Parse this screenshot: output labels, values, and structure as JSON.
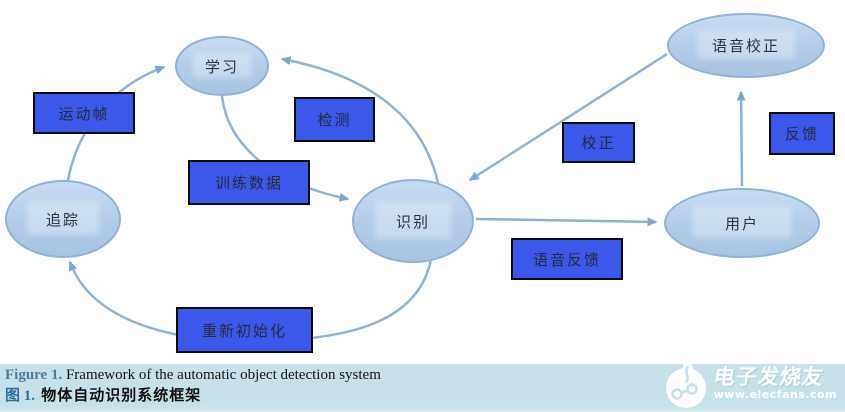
{
  "diagram": {
    "nodes": {
      "learning": {
        "label": "学习"
      },
      "tracking": {
        "label": "追踪"
      },
      "recognition": {
        "label": "识别"
      },
      "speech_correction": {
        "label": "语音校正"
      },
      "user": {
        "label": "用户"
      }
    },
    "boxes": {
      "motion_frame": {
        "label": "运动帧"
      },
      "detection": {
        "label": "检测"
      },
      "training_data": {
        "label": "训练数据"
      },
      "correction": {
        "label": "校正"
      },
      "feedback": {
        "label": "反馈"
      },
      "speech_feedback": {
        "label": "语音反馈"
      },
      "reinitialization": {
        "label": "重新初始化"
      }
    },
    "colors": {
      "node_fill_top": "#c8dcf1",
      "node_fill_bottom": "#a7c4e1",
      "node_border": "#8fb3d8",
      "box_fill": "#3c58ea",
      "box_border": "#0c0c0c",
      "arrow": "#8cb2d6",
      "caption_bg": "#c6e1e9"
    }
  },
  "caption": {
    "figure_label_en": "Figure 1.",
    "figure_text_en": " Framework of the automatic object detection system",
    "figure_label_zh": "图 1.",
    "figure_text_zh": " 物体自动识别系统框架"
  },
  "watermark": {
    "brand": "电子发烧友",
    "url": "www.elecfans.com"
  }
}
